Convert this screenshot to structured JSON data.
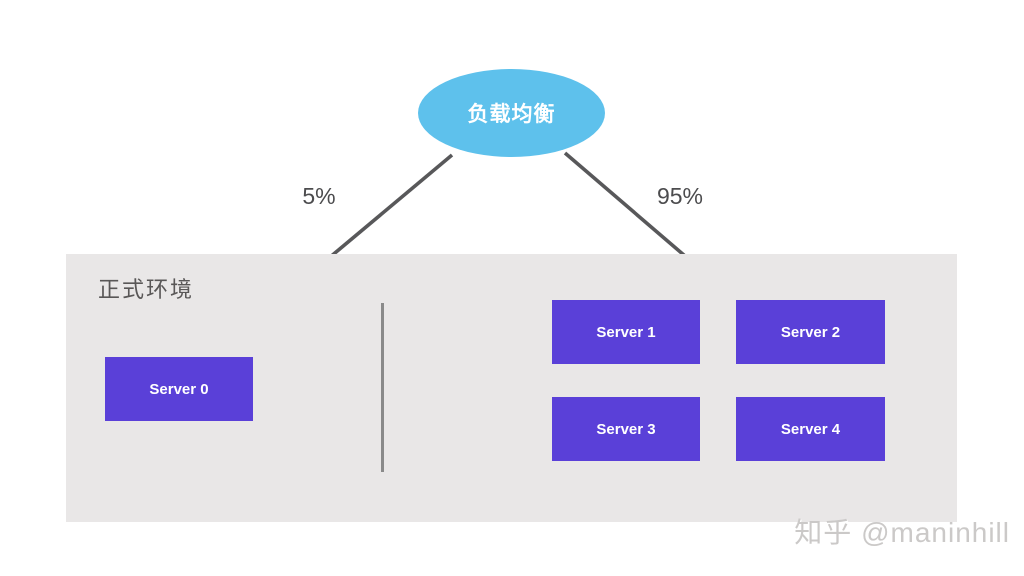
{
  "diagram": {
    "load_balancer": {
      "label": "负载均衡"
    },
    "branches": [
      {
        "label": "5%",
        "target": "正式环境 Server 0"
      },
      {
        "label": "95%",
        "target": "正式环境 Server 1-4"
      }
    ],
    "environment": {
      "label": "正式环境",
      "left_servers": [
        {
          "label": "Server 0"
        }
      ],
      "right_servers": [
        {
          "label": "Server 1"
        },
        {
          "label": "Server 2"
        },
        {
          "label": "Server 3"
        },
        {
          "label": "Server 4"
        }
      ]
    },
    "watermark": "知乎 @maninhill"
  },
  "colors": {
    "ellipse_fill": "#5ec1ec",
    "server_box_fill": "#5a40d8",
    "environment_background": "#e9e7e7",
    "arrow_stroke": "#58585a",
    "divider_gray": "#8a8a8a",
    "label_text": "#4c4c4e",
    "environment_label_text": "#595757",
    "watermark_text": "#cbc9c8",
    "node_text": "#ffffff",
    "page_background": "#ffffff"
  }
}
